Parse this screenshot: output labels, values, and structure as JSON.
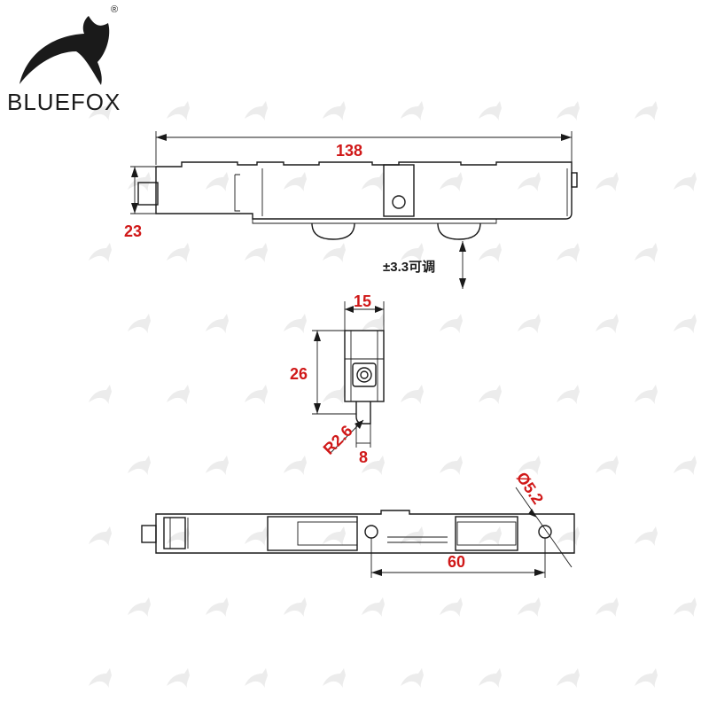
{
  "brand": {
    "name": "BLUEFOX",
    "registered": "®"
  },
  "dimensions": {
    "length": "138",
    "height": "23",
    "adjust": "±3.3可调",
    "width": "15",
    "depth": "26",
    "radius": "R2.6",
    "offset": "8",
    "hole_spacing": "60",
    "hole_diameter": "Ø5.2"
  },
  "colors": {
    "dimension_text": "#d01818",
    "outline": "#1a1a1a",
    "watermark": "#ececec"
  }
}
